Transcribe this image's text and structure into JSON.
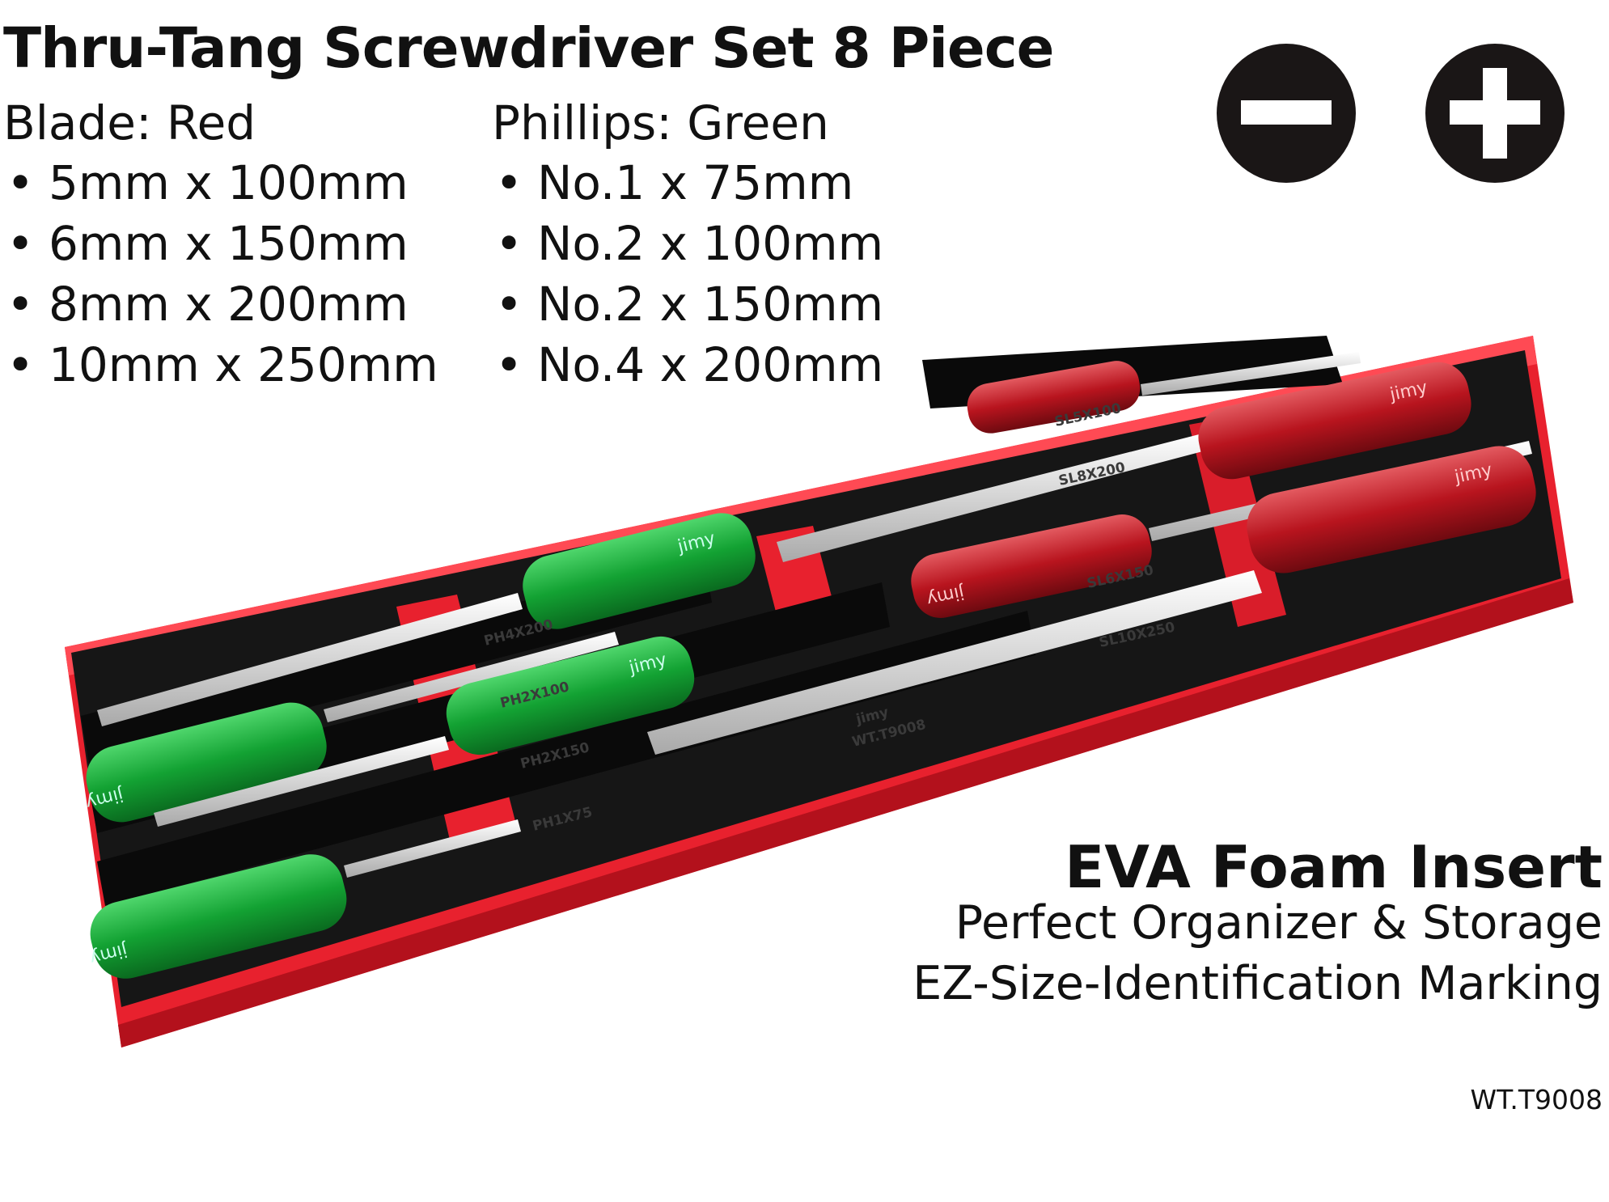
{
  "header": {
    "title": "Thru-Tang Screwdriver Set 8 Piece"
  },
  "specs": {
    "blade": {
      "heading": "Blade: Red",
      "items": [
        "5mm x 100mm",
        "6mm x 150mm",
        "8mm x 200mm",
        "10mm x 250mm"
      ]
    },
    "phillips": {
      "heading": "Phillips: Green",
      "items": [
        "No.1 x 75mm",
        "No.2 x 100mm",
        "No.2 x 150mm",
        "No.4 x 200mm"
      ]
    }
  },
  "icons": [
    "slotted-tip-icon",
    "phillips-tip-icon"
  ],
  "tray": {
    "brand_mark": "jimy",
    "tray_model": "WT.T9008",
    "labels": [
      "PH4X200",
      "PH2X100",
      "PH2X150",
      "PH1X75",
      "SL5X100",
      "SL8X200",
      "SL6X150",
      "SL10X250"
    ]
  },
  "feature": {
    "title": "EVA Foam Insert",
    "line1": "Perfect Organizer & Storage",
    "line2": "EZ-Size-Identification Marking"
  },
  "model": "WT.T9008",
  "colors": {
    "foam_red": "#e8212e",
    "foam_black": "#161616",
    "handle_green": "#18a83a",
    "handle_red": "#b8141e",
    "shaft": "#e6e6e6"
  }
}
